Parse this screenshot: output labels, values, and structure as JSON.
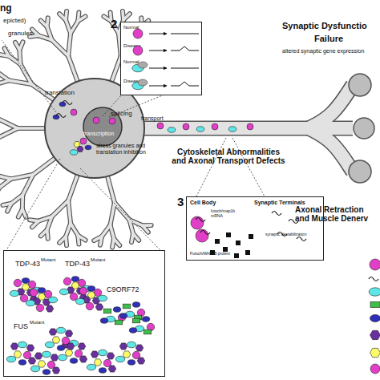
{
  "diagram": {
    "nodes": [
      {
        "text": [
          "Normal",
          "Disease",
          "Normal",
          "Disease"
        ]
      },
      {
        "text": [
          "Cell Body",
          "Synaptic Terminals",
          "futsch/map1b mRNA",
          "Futsch/MAP1B protein",
          "synaptic destabilization"
        ]
      },
      {
        "text": [
          "TDP-43",
          "Mutant",
          "TDP-43",
          "Mutant",
          "C9ORF72",
          "FUS",
          "Mutant"
        ]
      }
    ],
    "labels": [
      "ng",
      "epicted)",
      "granules",
      "translation",
      "splicing",
      "transcription",
      "stress granules and translation inhibition",
      "transport",
      "2",
      "Synaptic Dysfunctio",
      "Failure",
      "altered synaptic gene expression",
      "Cytoskeletal Abnormalities and Axonal Transport Defects",
      "3",
      "Axonal Retraction and Muscle Denerv"
    ]
  }
}
